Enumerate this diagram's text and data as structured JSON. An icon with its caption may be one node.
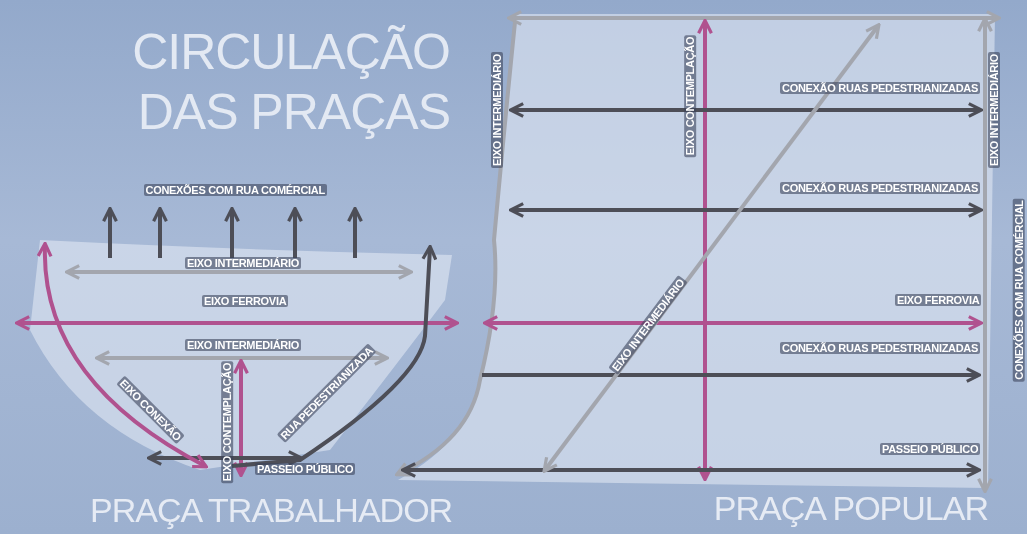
{
  "diagram": {
    "title": "CIRCULAÇÃO DAS PRAÇAS",
    "nodes": [
      {
        "text": [
          "PRAÇA TRABALHADOR"
        ]
      },
      {
        "text": [
          "PRAÇA POPULAR"
        ]
      }
    ],
    "labels": [
      "CONEXÕES COM RUA COMÉRCIAL",
      "EIXO INTERMEDIÁRIO",
      "EIXO FERROVIA",
      "EIXO INTERMEDIÁRIO",
      "EIXO CONEXÃO",
      "EIXO CONTEMPLAÇÃO",
      "RUA PEDESTRIANIZADA",
      "PASSEIO PÚBLICO",
      "EIXO INTERMEDIÁRIO",
      "EIXO CONTEMPLAÇÃO",
      "CONEXÃO RUAS PEDESTRIANIZADAS",
      "EIXO INTERMEDIÁRIO",
      "CONEXÃO RUAS PEDESTRIANIZADAS",
      "CONEXÕES COM RUA COMÉRCIAL",
      "EIXO INTERMEDIÁRIO",
      "EIXO FERROVIA",
      "CONEXÃO RUAS PEDESTRIANIZADAS",
      "PASSEIO PÚBLICO"
    ]
  }
}
